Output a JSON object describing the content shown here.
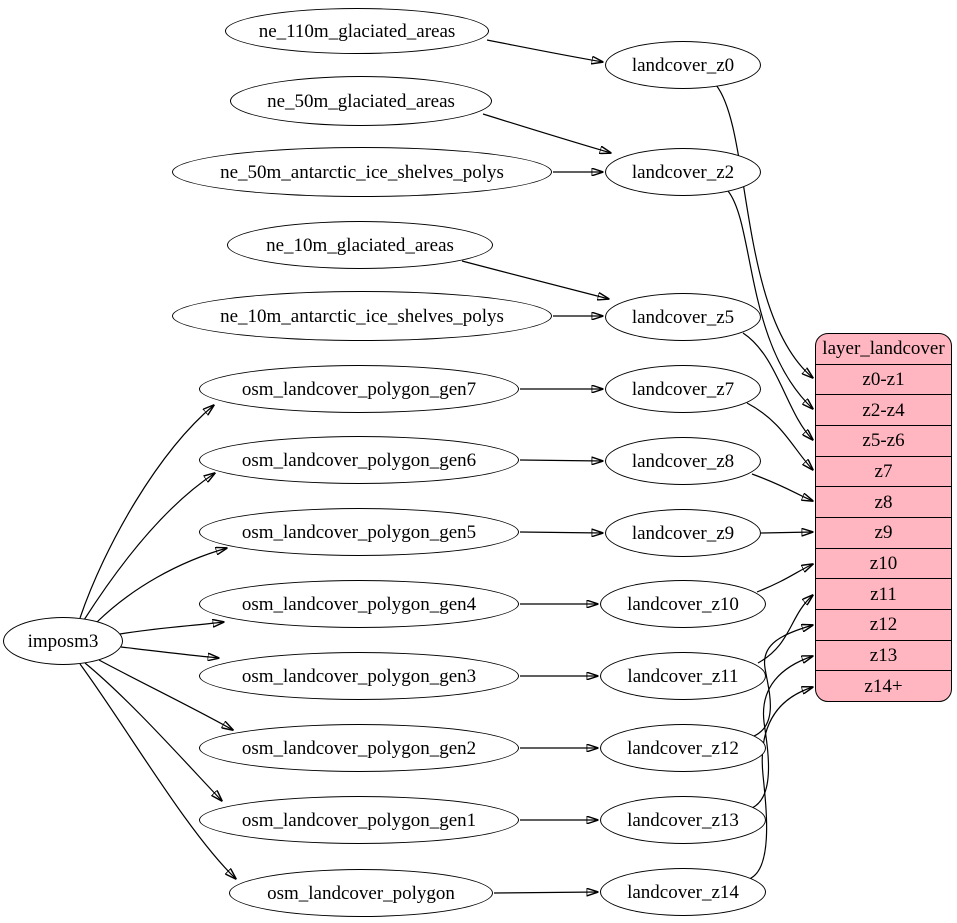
{
  "diagram": {
    "background_color": "#ffffff",
    "node_border_color": "#000000",
    "edge_color": "#000000",
    "generator": {
      "id": "imposm3",
      "label": "imposm3"
    },
    "sources": [
      "ne_110m_glaciated_areas",
      "ne_50m_glaciated_areas",
      "ne_50m_antarctic_ice_shelves_polys",
      "ne_10m_glaciated_areas",
      "ne_10m_antarctic_ice_shelves_polys",
      "osm_landcover_polygon_gen7",
      "osm_landcover_polygon_gen6",
      "osm_landcover_polygon_gen5",
      "osm_landcover_polygon_gen4",
      "osm_landcover_polygon_gen3",
      "osm_landcover_polygon_gen2",
      "osm_landcover_polygon_gen1",
      "osm_landcover_polygon"
    ],
    "stages": [
      "landcover_z0",
      "landcover_z2",
      "landcover_z5",
      "landcover_z7",
      "landcover_z8",
      "landcover_z9",
      "landcover_z10",
      "landcover_z11",
      "landcover_z12",
      "landcover_z13",
      "landcover_z14"
    ],
    "record": {
      "title": "layer_landcover",
      "fill": "#ffb6c1",
      "rows": [
        "z0-z1",
        "z2-z4",
        "z5-z6",
        "z7",
        "z8",
        "z9",
        "z10",
        "z11",
        "z12",
        "z13",
        "z14+"
      ]
    },
    "edges": [
      {
        "from": "imposm3",
        "to": "osm_landcover_polygon_gen7"
      },
      {
        "from": "imposm3",
        "to": "osm_landcover_polygon_gen6"
      },
      {
        "from": "imposm3",
        "to": "osm_landcover_polygon_gen5"
      },
      {
        "from": "imposm3",
        "to": "osm_landcover_polygon_gen4"
      },
      {
        "from": "imposm3",
        "to": "osm_landcover_polygon_gen3"
      },
      {
        "from": "imposm3",
        "to": "osm_landcover_polygon_gen2"
      },
      {
        "from": "imposm3",
        "to": "osm_landcover_polygon_gen1"
      },
      {
        "from": "imposm3",
        "to": "osm_landcover_polygon"
      },
      {
        "from": "ne_110m_glaciated_areas",
        "to": "landcover_z0"
      },
      {
        "from": "ne_50m_glaciated_areas",
        "to": "landcover_z2"
      },
      {
        "from": "ne_50m_antarctic_ice_shelves_polys",
        "to": "landcover_z2"
      },
      {
        "from": "ne_10m_glaciated_areas",
        "to": "landcover_z5"
      },
      {
        "from": "ne_10m_antarctic_ice_shelves_polys",
        "to": "landcover_z5"
      },
      {
        "from": "osm_landcover_polygon_gen7",
        "to": "landcover_z7"
      },
      {
        "from": "osm_landcover_polygon_gen6",
        "to": "landcover_z8"
      },
      {
        "from": "osm_landcover_polygon_gen5",
        "to": "landcover_z9"
      },
      {
        "from": "osm_landcover_polygon_gen4",
        "to": "landcover_z10"
      },
      {
        "from": "osm_landcover_polygon_gen3",
        "to": "landcover_z11"
      },
      {
        "from": "osm_landcover_polygon_gen2",
        "to": "landcover_z12"
      },
      {
        "from": "osm_landcover_polygon_gen1",
        "to": "landcover_z13"
      },
      {
        "from": "osm_landcover_polygon",
        "to": "landcover_z14"
      },
      {
        "from": "landcover_z0",
        "to": "layer_landcover",
        "port": "z0-z1"
      },
      {
        "from": "landcover_z2",
        "to": "layer_landcover",
        "port": "z2-z4"
      },
      {
        "from": "landcover_z5",
        "to": "layer_landcover",
        "port": "z5-z6"
      },
      {
        "from": "landcover_z7",
        "to": "layer_landcover",
        "port": "z7"
      },
      {
        "from": "landcover_z8",
        "to": "layer_landcover",
        "port": "z8"
      },
      {
        "from": "landcover_z9",
        "to": "layer_landcover",
        "port": "z9"
      },
      {
        "from": "landcover_z10",
        "to": "layer_landcover",
        "port": "z10"
      },
      {
        "from": "landcover_z11",
        "to": "layer_landcover",
        "port": "z11"
      },
      {
        "from": "landcover_z12",
        "to": "layer_landcover",
        "port": "z12"
      },
      {
        "from": "landcover_z13",
        "to": "layer_landcover",
        "port": "z13"
      },
      {
        "from": "landcover_z14",
        "to": "layer_landcover",
        "port": "z14+"
      }
    ]
  }
}
